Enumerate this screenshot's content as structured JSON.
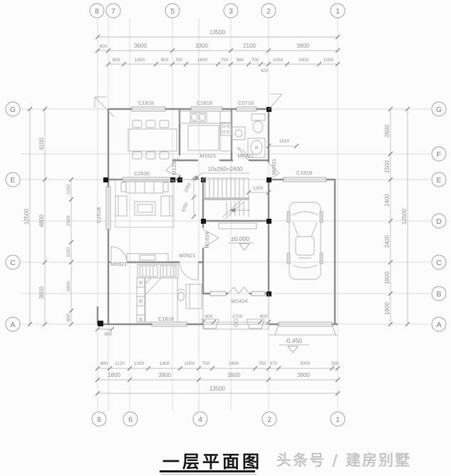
{
  "axis": {
    "top": [
      "8",
      "7",
      "5",
      "3",
      "2",
      "1"
    ],
    "bottom": [
      "8",
      "6",
      "4",
      "2",
      "1"
    ],
    "left": [
      "G",
      "E",
      "C",
      "A"
    ],
    "right": [
      "G",
      "F",
      "E",
      "D",
      "C",
      "B",
      "A"
    ]
  },
  "dims": {
    "top": {
      "total": "13500",
      "major": [
        "600",
        "3600",
        "3300",
        "2100",
        "3900"
      ],
      "minor": [
        "900",
        "1800",
        "900",
        "750",
        "1800",
        "750",
        "980",
        "700",
        "1050",
        "1800",
        "1050"
      ],
      "sub": "420"
    },
    "bottom": {
      "total": "13500",
      "major": [
        "1800",
        "3900",
        "3900",
        "3900"
      ],
      "minor": [
        "680",
        "1120",
        "1050",
        "1800",
        "1050",
        "750",
        "2400",
        "750",
        "570",
        "3000",
        "330"
      ]
    },
    "left": {
      "total": "12500",
      "major": [
        "4100",
        "4800",
        "3600"
      ],
      "minor": [
        "1150",
        "2500",
        "1150",
        "2800",
        "800"
      ]
    },
    "right": {
      "total": "12500",
      "minor": [
        "2600",
        "1500",
        "2400",
        "2400",
        "1800",
        "1800"
      ]
    },
    "interior": {
      "stair_note": "10x260=2600",
      "stair_exit": "1200",
      "living_a": "1050",
      "living_b": "1050",
      "garage_front": "1620",
      "porch": [
        "600",
        "2700",
        "600"
      ],
      "corner": "800"
    }
  },
  "openings": {
    "dining_window": "C1818",
    "kitchen_window": "C1818",
    "bath_window": "C0718",
    "living_top_window": "C2630",
    "living_left_window": "C2518",
    "garage_window": "C1818",
    "bedroom_window": "C1818",
    "dining_door": "M1224",
    "kitchen_door": "M1621",
    "bath_door": "M0721",
    "garage_side_door": "M0921",
    "bedroom_door_left": "M0921",
    "bedroom_door_right": "M0921",
    "hall_door": "M1824",
    "entry_door": "M2424"
  },
  "levels": {
    "indoor": "±0.000",
    "outdoor": "-0.450"
  },
  "footer": {
    "title": "一层平面图",
    "watermark": "头条号 / 建房别墅"
  },
  "colors": {
    "grid": "#cecece",
    "dimension": "#adadad",
    "wall": "#8a8a8a",
    "column": "#161616",
    "text": "#8f8f8f",
    "title": "#141414",
    "watermark": "#c5c5c5",
    "background": "#fcfcfc"
  }
}
